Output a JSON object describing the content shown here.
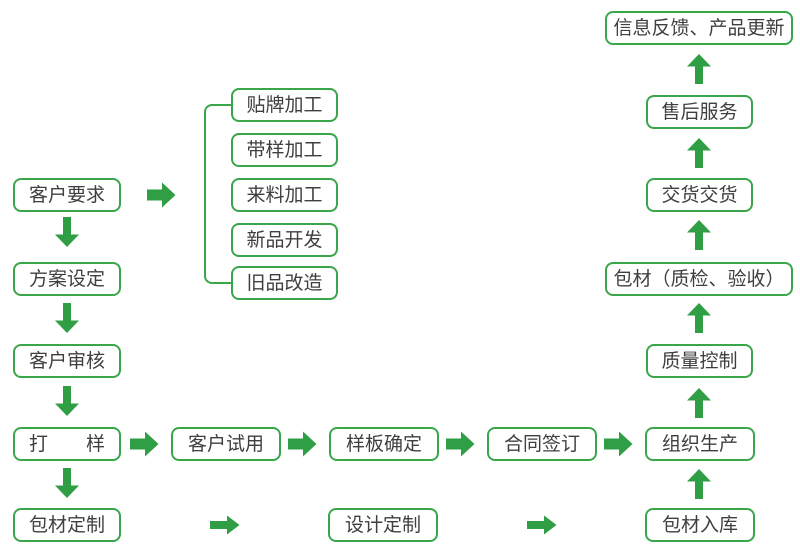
{
  "colors": {
    "arrow_green": "#2f9e44",
    "box_border_green": "#3aa64a",
    "text_dark": "#3f3f3f",
    "background": "#ffffff"
  },
  "icons": {
    "arrow_right_icon": "➡",
    "arrow_up_icon": "⬆",
    "arrow_down_icon": "⬇",
    "bracket": "left square bracket connector"
  },
  "flowchart": {
    "nodes": {
      "customer_requirements": "客户要求",
      "plan_setting": "方案设定",
      "customer_review": "客户审核",
      "sampling": "打　　样",
      "packaging_customization": "包材定制",
      "oem_processing": "贴牌加工",
      "sample_processing": "带样加工",
      "incoming_material_processing": "来料加工",
      "new_product_development": "新品开发",
      "old_product_upgrade": "旧品改造",
      "customer_trial": "客户试用",
      "sample_confirmation": "样板确定",
      "contract_signing": "合同签订",
      "production_organization": "组织生产",
      "design_customization": "设计定制",
      "packaging_warehousing": "包材入库",
      "quality_control": "质量控制",
      "packaging_inspection": "包材（质检、验收）",
      "delivery": "交货交货",
      "after_sales_service": "售后服务",
      "feedback_product_update": "信息反馈、产品更新"
    }
  }
}
